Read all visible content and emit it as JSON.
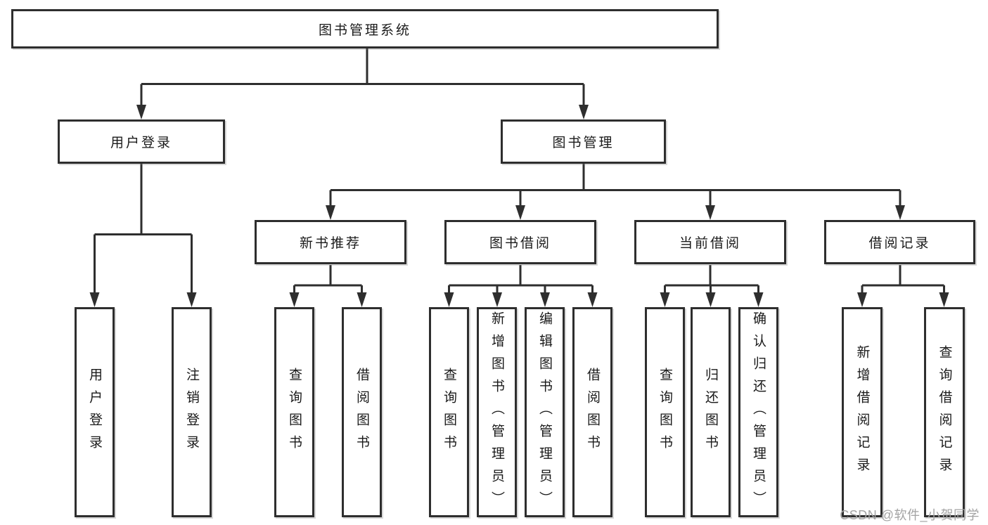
{
  "diagram": {
    "root": {
      "label": "图书管理系统"
    },
    "branches": [
      {
        "label": "用户登录",
        "children": [
          {
            "label": "用户登录"
          },
          {
            "label": "注销登录"
          }
        ]
      },
      {
        "label": "图书管理",
        "children": [
          {
            "label": "新书推荐",
            "children": [
              {
                "label": "查询图书"
              },
              {
                "label": "借阅图书"
              }
            ]
          },
          {
            "label": "图书借阅",
            "children": [
              {
                "label": "查询图书"
              },
              {
                "label": "新增图书（管理员）"
              },
              {
                "label": "编辑图书（管理员）"
              },
              {
                "label": "借阅图书"
              }
            ]
          },
          {
            "label": "当前借阅",
            "children": [
              {
                "label": "查询图书"
              },
              {
                "label": "归还图书"
              },
              {
                "label": "确认归还（管理员）"
              }
            ]
          },
          {
            "label": "借阅记录",
            "children": [
              {
                "label": "新增借阅记录"
              },
              {
                "label": "查询借阅记录"
              }
            ]
          }
        ]
      }
    ]
  },
  "watermark": {
    "text": "CSDN @软件_小贺同学"
  },
  "colors": {
    "line": "#2e2e2e",
    "box_border": "#2e2e2e",
    "box_fill": "#ffffff",
    "text": "#1a1a1a",
    "watermark": "#a3a3a3",
    "background": "#ffffff"
  }
}
